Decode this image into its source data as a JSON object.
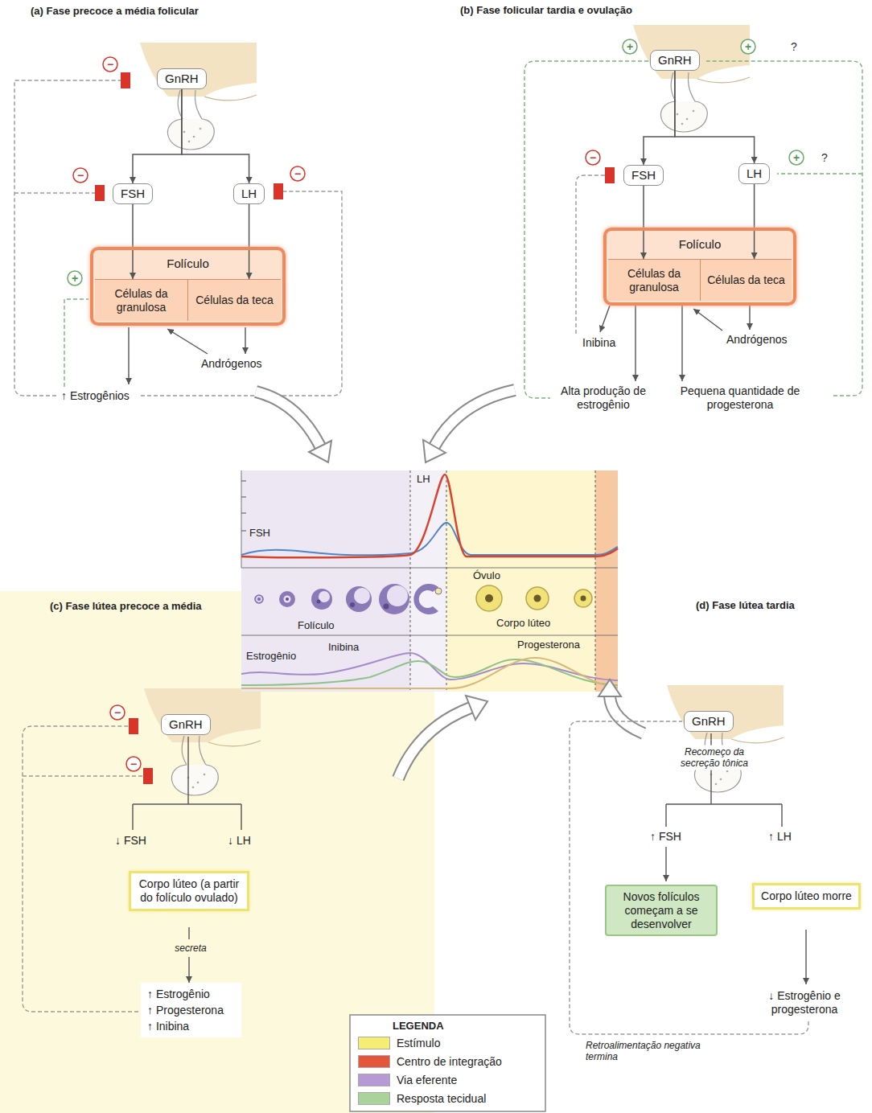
{
  "diagram": {
    "nodes": [
      {
        "text": [
          "GnRH"
        ]
      },
      {
        "text": [
          "FSH"
        ]
      },
      {
        "text": [
          "LH"
        ]
      },
      {
        "text": [
          "Folículo"
        ]
      },
      {
        "text": [
          "Células da granulosa"
        ],
        "in": 3
      },
      {
        "text": [
          "Células da teca"
        ],
        "in": 3
      },
      {
        "text": [
          "GnRH"
        ]
      },
      {
        "text": [
          "FSH"
        ]
      },
      {
        "text": [
          "LH"
        ]
      },
      {
        "text": [
          "Folículo"
        ]
      },
      {
        "text": [
          "Células da granulosa"
        ],
        "in": 9
      },
      {
        "text": [
          "Células da teca"
        ],
        "in": 9
      },
      {
        "text": [
          "GnRH"
        ]
      },
      {
        "text": [
          "Corpo lúteo (a partir do folículo ovulado)"
        ]
      },
      {
        "text": [
          "GnRH"
        ]
      },
      {
        "text": [
          "Novos folículos começam a se desenvolver"
        ]
      },
      {
        "text": [
          "Corpo lúteo morre"
        ]
      }
    ],
    "edges": [
      {
        "from": 0,
        "to": 1,
        "arrow": "to"
      },
      {
        "from": 0,
        "to": 2,
        "arrow": "to"
      },
      {
        "from": 1,
        "to": 4,
        "arrow": "to"
      },
      {
        "from": 2,
        "to": 5,
        "arrow": "to"
      },
      {
        "from": 6,
        "to": 7,
        "arrow": "to"
      },
      {
        "from": 6,
        "to": 8,
        "arrow": "to"
      },
      {
        "from": 7,
        "to": 10,
        "arrow": "to"
      },
      {
        "from": 8,
        "to": 11,
        "arrow": "to"
      }
    ],
    "labels": [
      "(a) Fase precoce a média folicular",
      "(b) Fase folicular tardia e ovulação",
      "(c) Fase lútea precoce a média",
      "(d) Fase lútea tardia",
      "−",
      "−",
      "−",
      "+",
      "Andrógenos",
      "↑ Estrogênios",
      "+",
      "+",
      "?",
      "−",
      "+",
      "?",
      "Inibina",
      "Andrógenos",
      "Alta produção de estrogênio",
      "Pequena quantidade de progesterona",
      "LH",
      "FSH",
      "Óvulo",
      "Folículo",
      "Corpo lúteo",
      "Estrogênio",
      "Inibina",
      "Progesterona",
      "−",
      "−",
      "↓ FSH",
      "↓ LH",
      "secreta",
      "↑ Estrogênio",
      "↑ Progesterona",
      "↑ Inibina",
      "Recomeço da secreção tônica",
      "↑ FSH",
      "↑ LH",
      "↓ Estrogênio e progesterona",
      "Retroalimentação negativa termina",
      "LEGENDA"
    ],
    "legend": [
      {
        "text": "Estímulo",
        "color": "#f6ee74"
      },
      {
        "text": "Centro de integração",
        "color": "#e4573d"
      },
      {
        "text": "Via eferente",
        "color": "#b69ad4"
      },
      {
        "text": "Resposta tecidual",
        "color": "#a9d39b"
      }
    ]
  }
}
